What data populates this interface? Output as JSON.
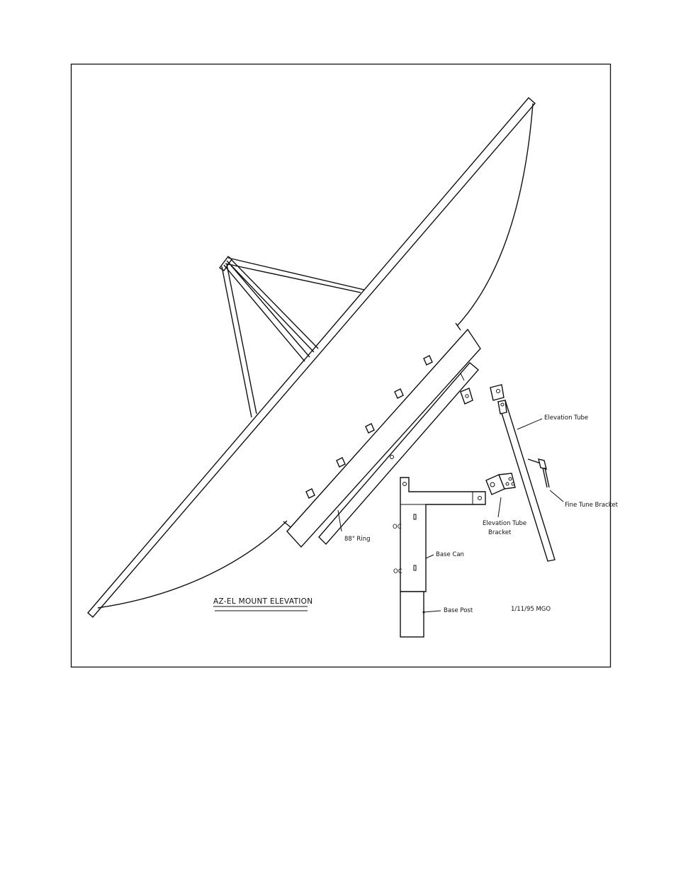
{
  "drawing": {
    "title": "AZ-EL MOUNT ELEVATION",
    "date_initials": "1/11/95  MGO",
    "labels": {
      "elevation_tube": "Elevation Tube",
      "fine_tune_bracket": "Fine Tune Bracket",
      "elevation_tube_bracket_line1": "Elevation Tube",
      "elevation_tube_bracket_line2": "Bracket",
      "ring": "88\" Ring",
      "base_can": "Base Can",
      "base_post": "Base Post",
      "base_can_mark_upper": "OC",
      "base_can_mark_lower": "OC"
    }
  }
}
